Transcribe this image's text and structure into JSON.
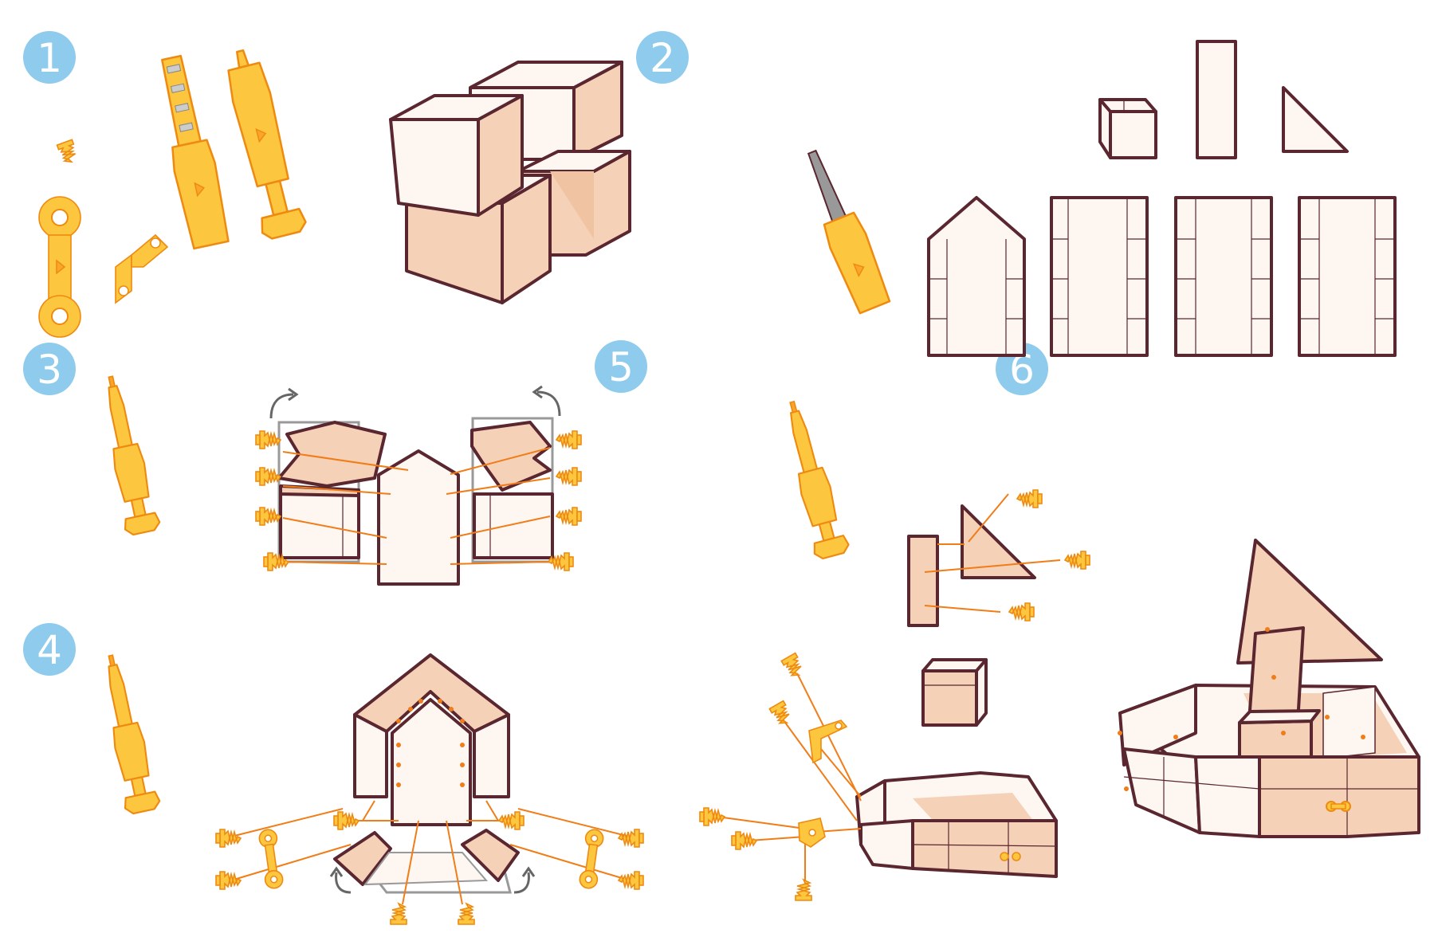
{
  "steps": [
    {
      "number": "1"
    },
    {
      "number": "2"
    },
    {
      "number": "3"
    },
    {
      "number": "4"
    },
    {
      "number": "5"
    },
    {
      "number": "6"
    }
  ],
  "colors": {
    "badge": "#8ecbed",
    "outline": "#5a2630",
    "panel_light": "#fdf6f1",
    "panel_tan": "#f5d1b7",
    "tool_yellow": "#fcc63f",
    "tool_orange": "#ef8a10",
    "guide_line": "#f07d18"
  },
  "icons": [
    "screw-pin-icon",
    "screwdriver-icon",
    "connector-bracket-icon",
    "corner-bracket-icon"
  ]
}
